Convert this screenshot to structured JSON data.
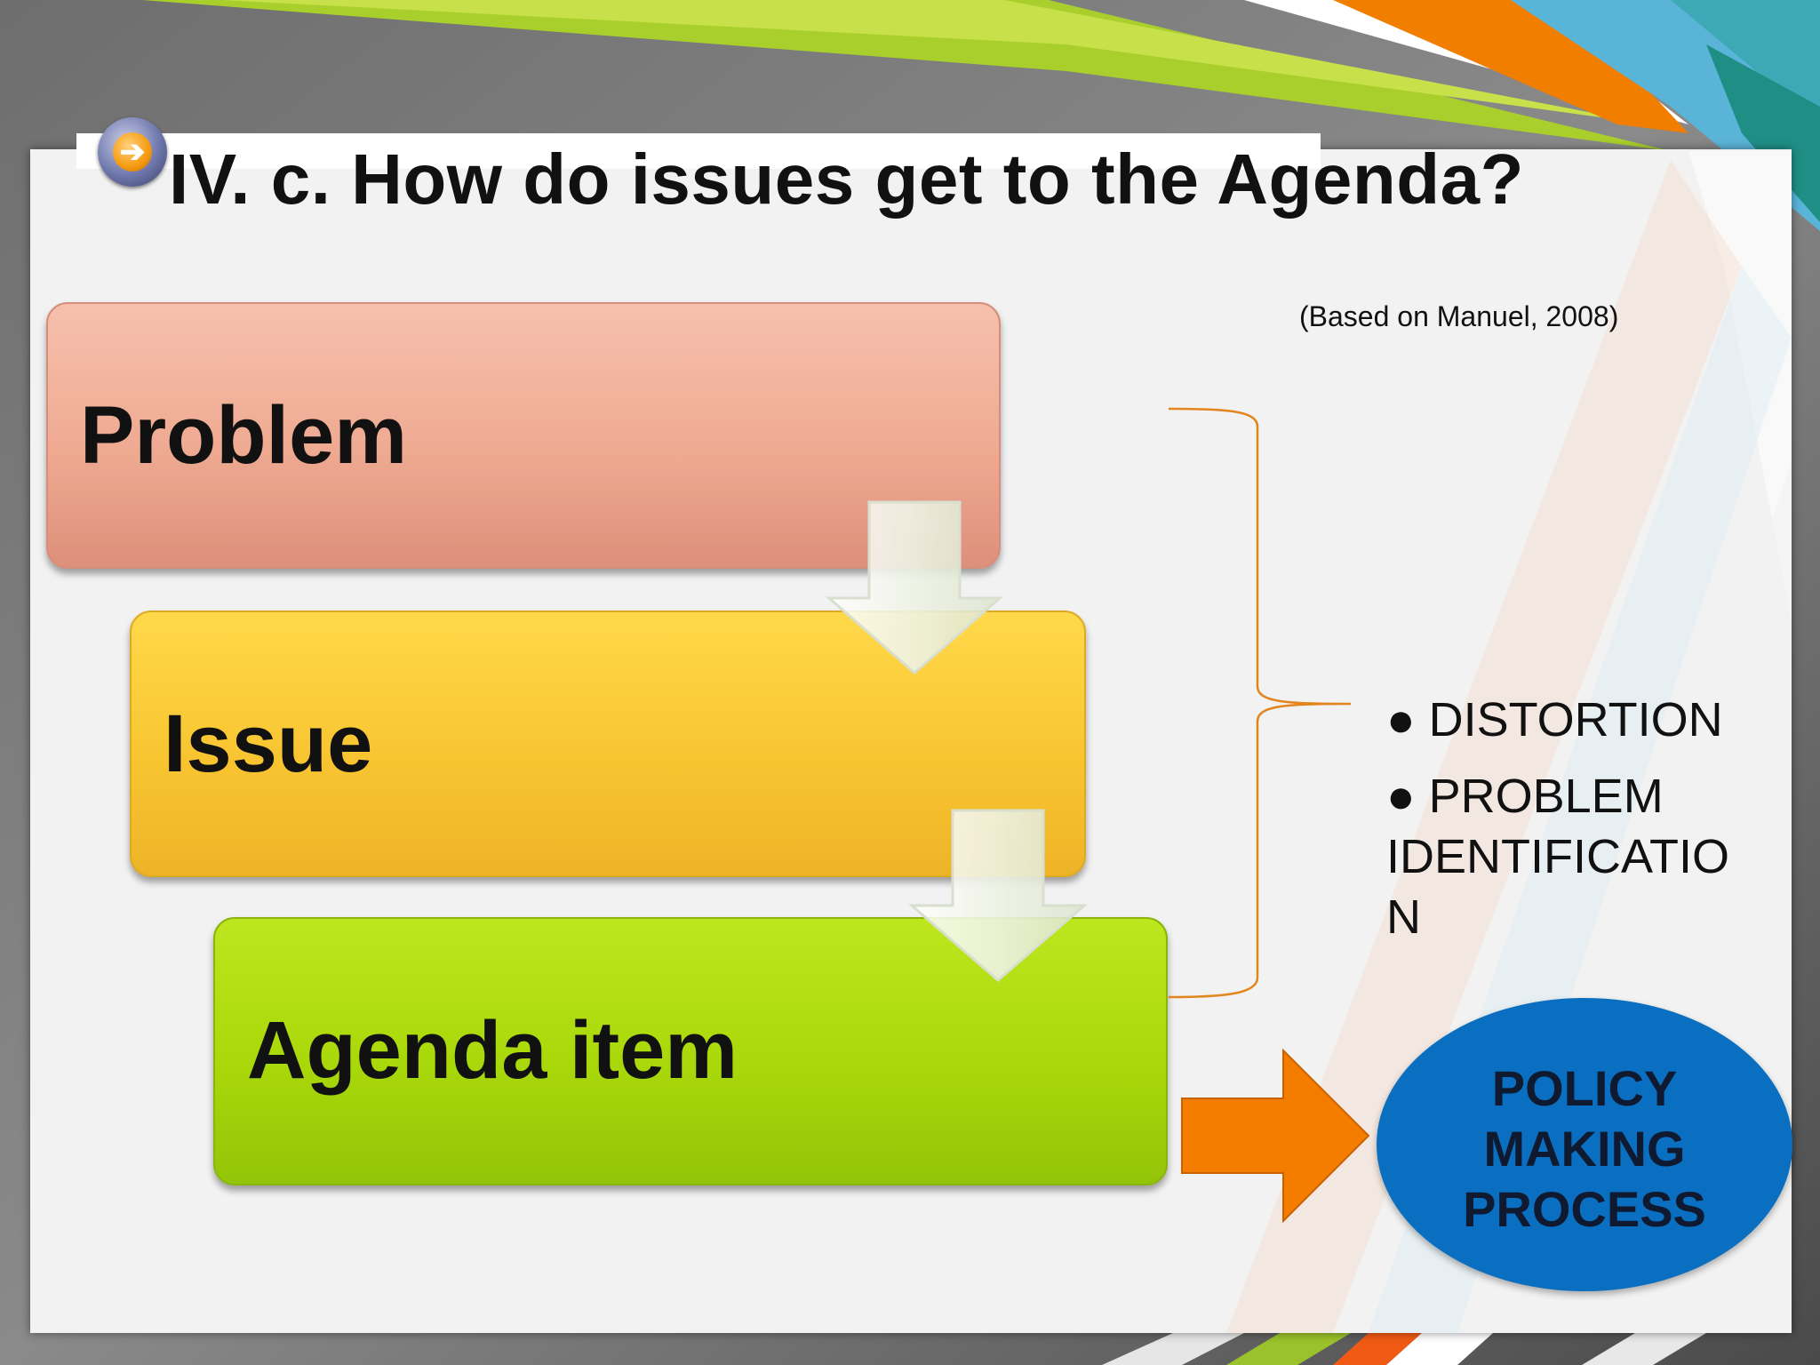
{
  "title": "IV. c. How do issues get to the Agenda?",
  "source": "(Based on Manuel, 2008)",
  "steps": [
    "Problem",
    "Issue",
    "Agenda item"
  ],
  "bullets": [
    "● DISTORTION",
    "● PROBLEM IDENTIFICATIO N"
  ],
  "target": {
    "lines": [
      "POLICY",
      "MAKING",
      "PROCESS"
    ]
  },
  "colors": {
    "problem": "#efaa92",
    "issue": "#f8c531",
    "agenda": "#a9d80a",
    "target": "#0a6fc0",
    "arrow": "#f47d00",
    "bracket": "#e2851d"
  }
}
